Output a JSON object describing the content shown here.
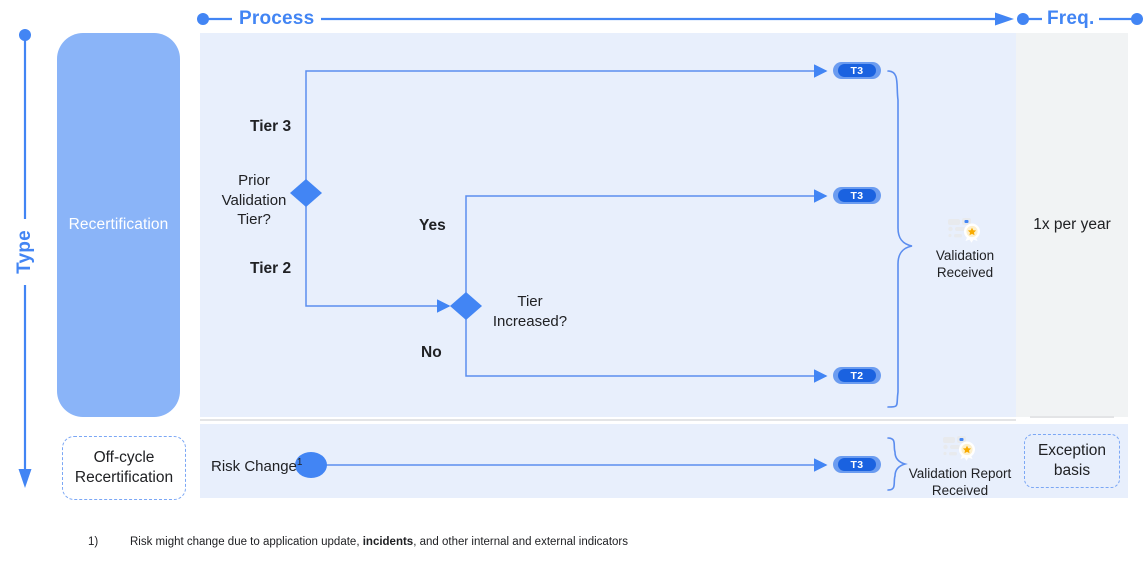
{
  "axes": {
    "type": {
      "label": "Type",
      "icon": "down-arrow-axis"
    },
    "process": {
      "label": "Process",
      "icon": "right-arrow-axis"
    },
    "frequency": {
      "label": "Freq.",
      "icon": "axis-endpoint-dot"
    }
  },
  "rows": [
    {
      "type_label": "Recertification",
      "frequency": "1x per year"
    },
    {
      "type_label": "Off-cycle Recertification",
      "frequency": "Exception basis"
    }
  ],
  "flow": {
    "decision_1": {
      "label": "Prior Validation Tier?",
      "branch_top": "Tier 3",
      "branch_bottom": "Tier 2"
    },
    "decision_2": {
      "label": "Tier Increased?",
      "branch_top": "Yes",
      "branch_bottom": "No"
    },
    "start_node": {
      "label": "Risk Change",
      "footnote_marker": "1"
    },
    "badges": [
      {
        "name": "tier-3-top",
        "text": "T3"
      },
      {
        "name": "tier-3-yes",
        "text": "T3"
      },
      {
        "name": "tier-2-no",
        "text": "T2"
      },
      {
        "name": "tier-3-offcycle",
        "text": "T3"
      }
    ],
    "outcomes": [
      {
        "name": "validation-received",
        "line1": "Validation",
        "line2": "Received",
        "icon": "validation-certificate-icon"
      },
      {
        "name": "validation-report-received",
        "line1": "Validation Report",
        "line2": "Received",
        "icon": "validation-certificate-icon"
      }
    ]
  },
  "footnote": {
    "number": "1)",
    "text_before": "Risk might change due to application update, ",
    "text_bold": "incidents",
    "text_after": ", and other internal and external indicators"
  },
  "colors": {
    "accent_blue": "#4285f4",
    "panel_blue": "#e8effc",
    "panel_gray": "#f1f3f4",
    "block_blue": "#8ab4f8",
    "badge_inner": "#1a62e0",
    "star_orange": "#f9ab00"
  }
}
